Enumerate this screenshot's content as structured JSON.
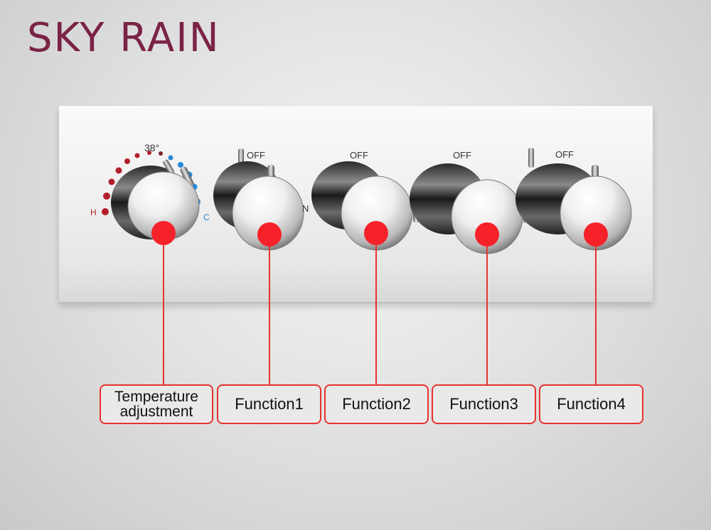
{
  "brand": "SKY RAIN",
  "dial": {
    "temp_value": "38°",
    "hot_mark": "H",
    "cold_mark": "C",
    "hot_color": "#b21e2a",
    "cold_color": "#2a8ad8"
  },
  "valves": {
    "off_label": "OFF",
    "on_fragment": "N"
  },
  "callouts": {
    "dot_color": "#f5222a",
    "line_color": "#e8322e",
    "temperature_line1": "Temperature",
    "temperature_line2": "adjustment",
    "function1": "Function1",
    "function2": "Function2",
    "function3": "Function3",
    "function4": "Function4"
  },
  "icons": [
    "thermostat-knob-icon",
    "diverter-knob-icon"
  ]
}
